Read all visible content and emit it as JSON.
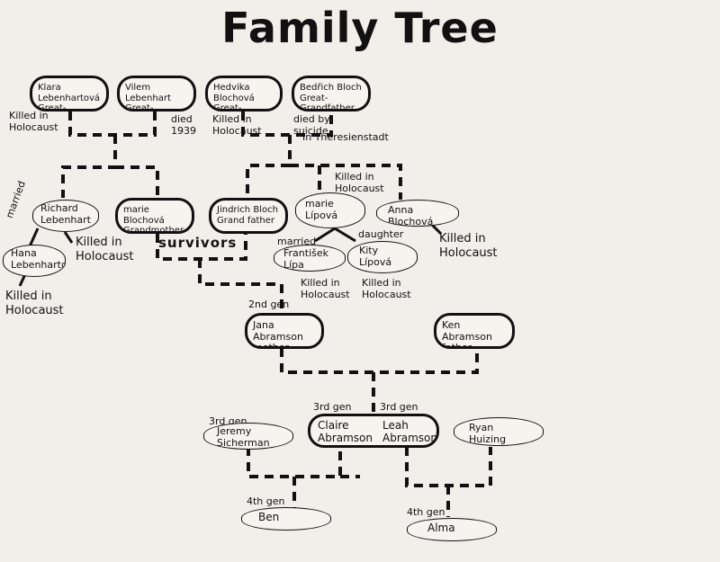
{
  "title": "Family Tree",
  "generation1": [
    {
      "name": "Klara Lebenhartová",
      "role": "Great-Grandmother",
      "note": "Killed in Holocaust"
    },
    {
      "name": "Vilem Lebenhart",
      "role": "Great-Grandfather",
      "note": "died 1939"
    },
    {
      "name": "Hedvika Blochová",
      "role": "Great-Grandmother",
      "note": "Killed in Holocaust"
    },
    {
      "name": "Bedřich Bloch",
      "role": "Great-Grandfather",
      "note": "died by suicide"
    }
  ],
  "theresienstadt_note": "In Theresienstadt",
  "generation2": {
    "richard": {
      "name": "Richard Lebenhart",
      "note": "Killed in Holocaust"
    },
    "married_left": "married",
    "hana": {
      "name": "Hana Lebenhartová",
      "note": "Killed in Holocaust"
    },
    "marie_bloch": {
      "name": "marie Blochová",
      "role": "Grandmother"
    },
    "jindrich": {
      "name": "Jindrich Bloch",
      "role": "Grand father"
    },
    "survivors": "survivors",
    "marie_lipova": {
      "name": "marie Lípová",
      "note": "Killed in Holocaust"
    },
    "anna": {
      "name": "Anna Blochová",
      "note": "Killed in Holocaust"
    },
    "married_right": "married",
    "frantisek": {
      "name": "František Lípa",
      "note": "Killed in Holocaust"
    },
    "daughter": "daughter",
    "kity": {
      "name": "Kity Lípová",
      "note": "Killed in Holocaust"
    }
  },
  "generation3": {
    "jana": {
      "gen": "2nd gen",
      "name": "Jana Abramson",
      "role": "mother"
    },
    "ken": {
      "name": "Ken Abramson",
      "role": "father"
    }
  },
  "generation4": {
    "jeremy": {
      "gen": "3rd gen",
      "name": "Jeremy Sicherman"
    },
    "claire": {
      "gen": "3rd gen",
      "name": "Claire Abramson"
    },
    "leah": {
      "gen": "3rd gen",
      "name": "Leah Abramson"
    },
    "ryan": {
      "name": "Ryan Huizing"
    }
  },
  "generation5": {
    "ben": {
      "gen": "4th gen",
      "name": "Ben"
    },
    "alma": {
      "gen": "4th gen",
      "name": "Alma"
    }
  }
}
